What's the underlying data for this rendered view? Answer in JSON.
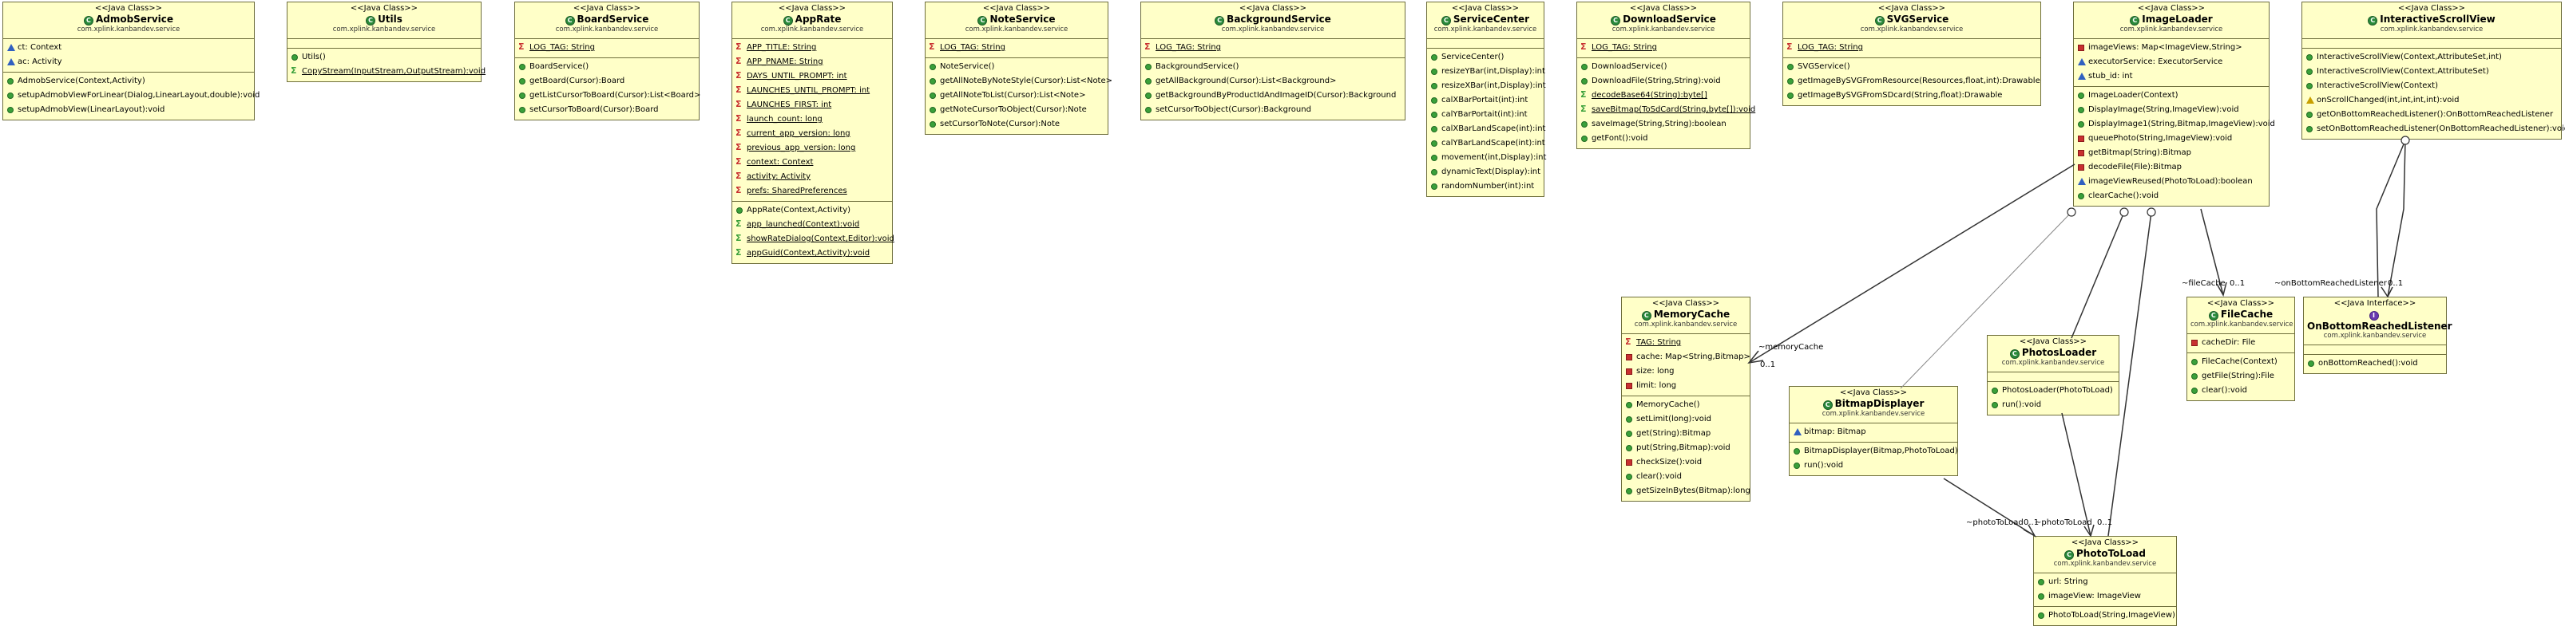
{
  "classes": [
    {
      "id": "AdmobService",
      "stereotype": "<<Java Class>>",
      "name": "AdmobService",
      "package": "com.xplink.kanbandev.service",
      "kind": "class",
      "fields": [
        {
          "text": "ct: Context",
          "vis": "pkgv"
        },
        {
          "text": "ac: Activity",
          "vis": "pkgv"
        }
      ],
      "methods": [
        {
          "text": "AdmobService(Context,Activity)",
          "vis": "ctor"
        },
        {
          "text": "setupAdmobViewForLinear(Dialog,LinearLayout,double):void",
          "vis": "pub"
        },
        {
          "text": "setupAdmobView(LinearLayout):void",
          "vis": "pub"
        }
      ]
    },
    {
      "id": "Utils",
      "stereotype": "<<Java Class>>",
      "name": "Utils",
      "package": "com.xplink.kanbandev.service",
      "kind": "class",
      "fields": [],
      "methods": [
        {
          "text": "Utils()",
          "vis": "ctor"
        },
        {
          "text": "CopyStream(InputStream,OutputStream):void",
          "vis": "statpub",
          "static": true
        }
      ]
    },
    {
      "id": "BoardService",
      "stereotype": "<<Java Class>>",
      "name": "BoardService",
      "package": "com.xplink.kanbandev.service",
      "kind": "class",
      "fields": [
        {
          "text": "LOG_TAG: String",
          "vis": "stat",
          "static": true
        }
      ],
      "methods": [
        {
          "text": "BoardService()",
          "vis": "ctor"
        },
        {
          "text": "getBoard(Cursor):Board",
          "vis": "pub"
        },
        {
          "text": "getListCursorToBoard(Cursor):List<Board>",
          "vis": "pub"
        },
        {
          "text": "setCursorToBoard(Cursor):Board",
          "vis": "pub"
        }
      ]
    },
    {
      "id": "AppRate",
      "stereotype": "<<Java Class>>",
      "name": "AppRate",
      "package": "com.xplink.kanbandev.service",
      "kind": "class",
      "fields": [
        {
          "text": "APP_TITLE: String",
          "vis": "stat",
          "static": true
        },
        {
          "text": "APP_PNAME: String",
          "vis": "stat",
          "static": true
        },
        {
          "text": "DAYS_UNTIL_PROMPT: int",
          "vis": "stat",
          "static": true
        },
        {
          "text": "LAUNCHES_UNTIL_PROMPT: int",
          "vis": "stat",
          "static": true
        },
        {
          "text": "LAUNCHES_FIRST: int",
          "vis": "stat",
          "static": true
        },
        {
          "text": "launch_count: long",
          "vis": "stat",
          "static": true
        },
        {
          "text": "current_app_version: long",
          "vis": "stat",
          "static": true
        },
        {
          "text": "previous_app_version: long",
          "vis": "stat",
          "static": true
        },
        {
          "text": "context: Context",
          "vis": "stat",
          "static": true
        },
        {
          "text": "activity: Activity",
          "vis": "stat",
          "static": true
        },
        {
          "text": "prefs: SharedPreferences",
          "vis": "stat",
          "static": true
        }
      ],
      "methods": [
        {
          "text": "AppRate(Context,Activity)",
          "vis": "ctor"
        },
        {
          "text": "app_launched(Context):void",
          "vis": "statpub",
          "static": true
        },
        {
          "text": "showRateDialog(Context,Editor):void",
          "vis": "statpub",
          "static": true
        },
        {
          "text": "appGuid(Context,Activity):void",
          "vis": "statpub",
          "static": true
        }
      ]
    },
    {
      "id": "NoteService",
      "stereotype": "<<Java Class>>",
      "name": "NoteService",
      "package": "com.xplink.kanbandev.service",
      "kind": "class",
      "fields": [
        {
          "text": "LOG_TAG: String",
          "vis": "stat",
          "static": true
        }
      ],
      "methods": [
        {
          "text": "NoteService()",
          "vis": "ctor"
        },
        {
          "text": "getAllNoteByNoteStyle(Cursor):List<Note>",
          "vis": "pub"
        },
        {
          "text": "getAllNoteToList(Cursor):List<Note>",
          "vis": "pub"
        },
        {
          "text": "getNoteCursorToObject(Cursor):Note",
          "vis": "pub"
        },
        {
          "text": "setCursorToNote(Cursor):Note",
          "vis": "pub"
        }
      ]
    },
    {
      "id": "BackgroundService",
      "stereotype": "<<Java Class>>",
      "name": "BackgroundService",
      "package": "com.xplink.kanbandev.service",
      "kind": "class",
      "fields": [
        {
          "text": "LOG_TAG: String",
          "vis": "stat",
          "static": true
        }
      ],
      "methods": [
        {
          "text": "BackgroundService()",
          "vis": "ctor"
        },
        {
          "text": "getAllBackground(Cursor):List<Background>",
          "vis": "pub"
        },
        {
          "text": "getBackgroundByProductIdAndImageID(Cursor):Background",
          "vis": "pub"
        },
        {
          "text": "setCursorToObject(Cursor):Background",
          "vis": "pub"
        }
      ]
    },
    {
      "id": "ServiceCenter",
      "stereotype": "<<Java Class>>",
      "name": "ServiceCenter",
      "package": "com.xplink.kanbandev.service",
      "kind": "class",
      "fields": [],
      "methods": [
        {
          "text": "ServiceCenter()",
          "vis": "ctor"
        },
        {
          "text": "resizeYBar(int,Display):int",
          "vis": "pub"
        },
        {
          "text": "resizeXBar(int,Display):int",
          "vis": "pub"
        },
        {
          "text": "calXBarPortait(int):int",
          "vis": "pub"
        },
        {
          "text": "calYBarPortait(int):int",
          "vis": "pub"
        },
        {
          "text": "calXBarLandScape(int):int",
          "vis": "pub"
        },
        {
          "text": "calYBarLandScape(int):int",
          "vis": "pub"
        },
        {
          "text": "movement(int,Display):int",
          "vis": "pub"
        },
        {
          "text": "dynamicText(Display):int",
          "vis": "pub"
        },
        {
          "text": "randomNumber(int):int",
          "vis": "pub"
        }
      ]
    },
    {
      "id": "DownloadService",
      "stereotype": "<<Java Class>>",
      "name": "DownloadService",
      "package": "com.xplink.kanbandev.service",
      "kind": "class",
      "fields": [
        {
          "text": "LOG_TAG: String",
          "vis": "stat",
          "static": true
        }
      ],
      "methods": [
        {
          "text": "DownloadService()",
          "vis": "ctor"
        },
        {
          "text": "DownloadFile(String,String):void",
          "vis": "pub"
        },
        {
          "text": "decodeBase64(String):byte[]",
          "vis": "statpub",
          "static": true
        },
        {
          "text": "saveBitmap(ToSdCard(String,byte[]):void",
          "vis": "statpub",
          "static": true
        },
        {
          "text": "saveImage(String,String):boolean",
          "vis": "pub"
        },
        {
          "text": "getFont():void",
          "vis": "pub"
        }
      ]
    },
    {
      "id": "SVGService",
      "stereotype": "<<Java Class>>",
      "name": "SVGService",
      "package": "com.xplink.kanbandev.service",
      "kind": "class",
      "fields": [
        {
          "text": "LOG_TAG: String",
          "vis": "stat",
          "static": true
        }
      ],
      "methods": [
        {
          "text": "SVGService()",
          "vis": "ctor"
        },
        {
          "text": "getImageBySVGFromResource(Resources,float,int):Drawable",
          "vis": "pub"
        },
        {
          "text": "getImageBySVGFromSDcard(String,float):Drawable",
          "vis": "pub"
        }
      ]
    },
    {
      "id": "ImageLoader",
      "stereotype": "<<Java Class>>",
      "name": "ImageLoader",
      "package": "com.xplink.kanbandev.service",
      "kind": "class",
      "fields": [
        {
          "text": "imageViews: Map<ImageView,String>",
          "vis": "priv"
        },
        {
          "text": "executorService: ExecutorService",
          "vis": "pkgv"
        },
        {
          "text": "stub_id: int",
          "vis": "pkgv"
        }
      ],
      "methods": [
        {
          "text": "ImageLoader(Context)",
          "vis": "ctor"
        },
        {
          "text": "DisplayImage(String,ImageView):void",
          "vis": "pub"
        },
        {
          "text": "DisplayImage1(String,Bitmap,ImageView):void",
          "vis": "pub"
        },
        {
          "text": "queuePhoto(String,ImageView):void",
          "vis": "priv"
        },
        {
          "text": "getBitmap(String):Bitmap",
          "vis": "priv"
        },
        {
          "text": "decodeFile(File):Bitmap",
          "vis": "priv"
        },
        {
          "text": "imageViewReused(PhotoToLoad):boolean",
          "vis": "pkgv"
        },
        {
          "text": "clearCache():void",
          "vis": "pub"
        }
      ]
    },
    {
      "id": "InteractiveScrollView",
      "stereotype": "<<Java Class>>",
      "name": "InteractiveScrollView",
      "package": "com.xplink.kanbandev.service",
      "kind": "class",
      "fields": [],
      "methods": [
        {
          "text": "InteractiveScrollView(Context,AttributeSet,int)",
          "vis": "ctor"
        },
        {
          "text": "InteractiveScrollView(Context,AttributeSet)",
          "vis": "ctor"
        },
        {
          "text": "InteractiveScrollView(Context)",
          "vis": "ctor"
        },
        {
          "text": "onScrollChanged(int,int,int,int):void",
          "vis": "prot"
        },
        {
          "text": "getOnBottomReachedListener():OnBottomReachedListener",
          "vis": "pub"
        },
        {
          "text": "setOnBottomReachedListener(OnBottomReachedListener):void",
          "vis": "pub"
        }
      ]
    },
    {
      "id": "MemoryCache",
      "stereotype": "<<Java Class>>",
      "name": "MemoryCache",
      "package": "com.xplink.kanbandev.service",
      "kind": "class",
      "fields": [
        {
          "text": "TAG: String",
          "vis": "stat",
          "static": true
        },
        {
          "text": "cache: Map<String,Bitmap>",
          "vis": "priv"
        },
        {
          "text": "size: long",
          "vis": "priv"
        },
        {
          "text": "limit: long",
          "vis": "priv"
        }
      ],
      "methods": [
        {
          "text": "MemoryCache()",
          "vis": "ctor"
        },
        {
          "text": "setLimit(long):void",
          "vis": "pub"
        },
        {
          "text": "get(String):Bitmap",
          "vis": "pub"
        },
        {
          "text": "put(String,Bitmap):void",
          "vis": "pub"
        },
        {
          "text": "checkSize():void",
          "vis": "priv"
        },
        {
          "text": "clear():void",
          "vis": "pub"
        },
        {
          "text": "getSizeInBytes(Bitmap):long",
          "vis": "pub"
        }
      ]
    },
    {
      "id": "BitmapDisplayer",
      "stereotype": "<<Java Class>>",
      "name": "BitmapDisplayer",
      "package": "com.xplink.kanbandev.service",
      "kind": "class",
      "fields": [
        {
          "text": "bitmap: Bitmap",
          "vis": "pkgv"
        }
      ],
      "methods": [
        {
          "text": "BitmapDisplayer(Bitmap,PhotoToLoad)",
          "vis": "ctor"
        },
        {
          "text": "run():void",
          "vis": "pub"
        }
      ]
    },
    {
      "id": "PhotosLoader",
      "stereotype": "<<Java Class>>",
      "name": "PhotosLoader",
      "package": "com.xplink.kanbandev.service",
      "kind": "class",
      "fields": [],
      "methods": [
        {
          "text": "PhotosLoader(PhotoToLoad)",
          "vis": "ctor"
        },
        {
          "text": "run():void",
          "vis": "pub"
        }
      ]
    },
    {
      "id": "FileCache",
      "stereotype": "<<Java Class>>",
      "name": "FileCache",
      "package": "com.xplink.kanbandev.service",
      "kind": "class",
      "fields": [
        {
          "text": "cacheDir: File",
          "vis": "priv"
        }
      ],
      "methods": [
        {
          "text": "FileCache(Context)",
          "vis": "ctor"
        },
        {
          "text": "getFile(String):File",
          "vis": "pub"
        },
        {
          "text": "clear():void",
          "vis": "pub"
        }
      ]
    },
    {
      "id": "OnBottomReachedListener",
      "stereotype": "<<Java Interface>>",
      "name": "OnBottomReachedListener",
      "package": "com.xplink.kanbandev.service",
      "kind": "interface",
      "fields": [],
      "methods": [
        {
          "text": "onBottomReached():void",
          "vis": "pub"
        }
      ]
    },
    {
      "id": "PhotoToLoad",
      "stereotype": "<<Java Class>>",
      "name": "PhotoToLoad",
      "package": "com.xplink.kanbandev.service",
      "kind": "class",
      "fields": [
        {
          "text": "url: String",
          "vis": "pub"
        },
        {
          "text": "imageView: ImageView",
          "vis": "pub"
        }
      ],
      "methods": [
        {
          "text": "PhotoToLoad(String,ImageView)",
          "vis": "ctor"
        }
      ]
    }
  ],
  "edge_labels": [
    {
      "id": "memoryCache",
      "text": "~memoryCache"
    },
    {
      "id": "memoryCacheMult",
      "text": "0..1"
    },
    {
      "id": "fileCache",
      "text": "~fileCache"
    },
    {
      "id": "fileCacheMult",
      "text": "0..1"
    },
    {
      "id": "onBottom",
      "text": "~onBottomReachedListener"
    },
    {
      "id": "onBottomMult",
      "text": "0..1"
    },
    {
      "id": "photoToLoad1",
      "text": "~photoToLoad"
    },
    {
      "id": "photoToLoad2",
      "text": "0..1"
    },
    {
      "id": "photoToLoad3",
      "text": "~photoToLoad"
    },
    {
      "id": "photoToLoad4",
      "text": "0..1"
    }
  ]
}
